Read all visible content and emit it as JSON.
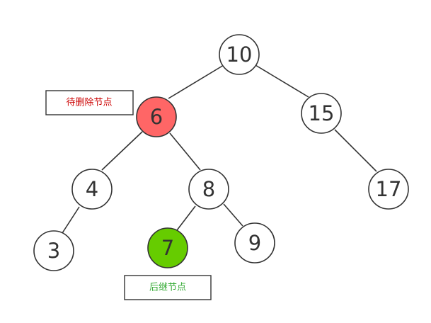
{
  "colors": {
    "node_fill": "#ffffff",
    "node_stroke": "#333333",
    "to_delete_fill": "#ff6666",
    "successor_fill": "#66cc00",
    "delete_note_text": "#cc0000",
    "successor_note_text": "#33aa33"
  },
  "tree": {
    "nodes": [
      {
        "id": "n10",
        "value": "10",
        "role": "normal"
      },
      {
        "id": "n6",
        "value": "6",
        "role": "to-delete"
      },
      {
        "id": "n15",
        "value": "15",
        "role": "normal"
      },
      {
        "id": "n4",
        "value": "4",
        "role": "normal"
      },
      {
        "id": "n8",
        "value": "8",
        "role": "normal"
      },
      {
        "id": "n17",
        "value": "17",
        "role": "normal"
      },
      {
        "id": "n3",
        "value": "3",
        "role": "normal"
      },
      {
        "id": "n7",
        "value": "7",
        "role": "successor"
      },
      {
        "id": "n9",
        "value": "9",
        "role": "normal"
      }
    ],
    "edges": [
      {
        "from": "n10",
        "to": "n6"
      },
      {
        "from": "n10",
        "to": "n15"
      },
      {
        "from": "n6",
        "to": "n4"
      },
      {
        "from": "n6",
        "to": "n8"
      },
      {
        "from": "n15",
        "to": "n17"
      },
      {
        "from": "n4",
        "to": "n3"
      },
      {
        "from": "n8",
        "to": "n7"
      },
      {
        "from": "n8",
        "to": "n9"
      }
    ]
  },
  "notes": {
    "to_delete": "待删除节点",
    "successor": "后继节点"
  }
}
